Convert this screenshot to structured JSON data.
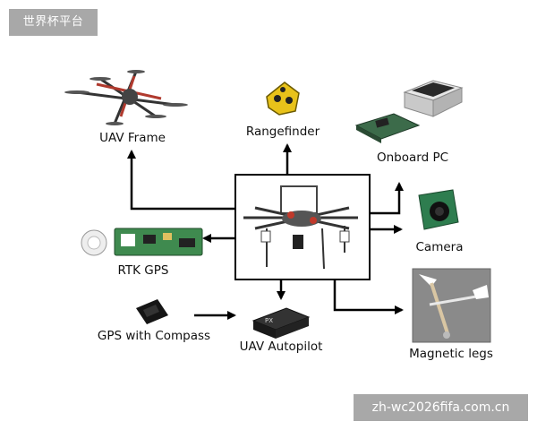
{
  "watermarks": {
    "top_left": "世界杯平台",
    "bottom_right": "zh-wc2026fifa.com.cn"
  },
  "components": {
    "uav_frame": "UAV Frame",
    "rangefinder": "Rangefinder",
    "onboard_pc": "Onboard PC",
    "camera": "Camera",
    "rtk_gps": "RTK GPS",
    "gps_compass": "GPS with Compass",
    "uav_autopilot": "UAV Autopilot",
    "magnetic_legs": "Magnetic legs"
  },
  "icons": {
    "center": "hexacopter-photo-icon",
    "uav_frame": "drone-frame-icon",
    "rangefinder": "rangefinder-sensor-icon",
    "onboard_pc": "mini-pc-icon",
    "camera": "camera-module-icon",
    "rtk_gps": "rtk-gps-board-icon",
    "gps_compass": "gps-puck-icon",
    "uav_autopilot": "autopilot-module-icon",
    "magnetic_legs": "magnetic-leg-icon"
  }
}
